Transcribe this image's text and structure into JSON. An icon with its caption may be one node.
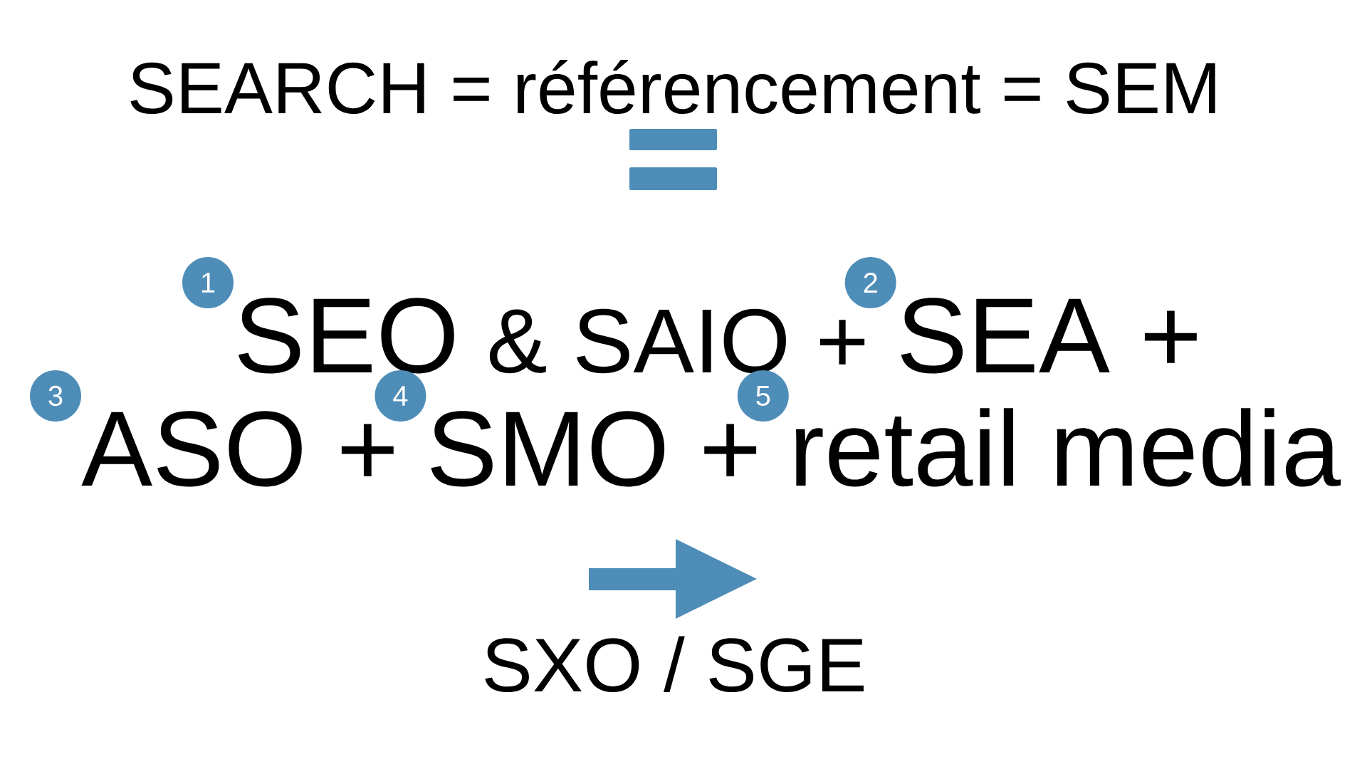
{
  "diagram": {
    "title": "SEARCH = référencement = SEM",
    "labels": [
      "1",
      "SEO",
      "& SAIO +",
      "2",
      "SEA +",
      "3",
      "ASO +",
      "4",
      "SMO +",
      "5",
      "retail media",
      "SXO / SGE"
    ]
  }
}
